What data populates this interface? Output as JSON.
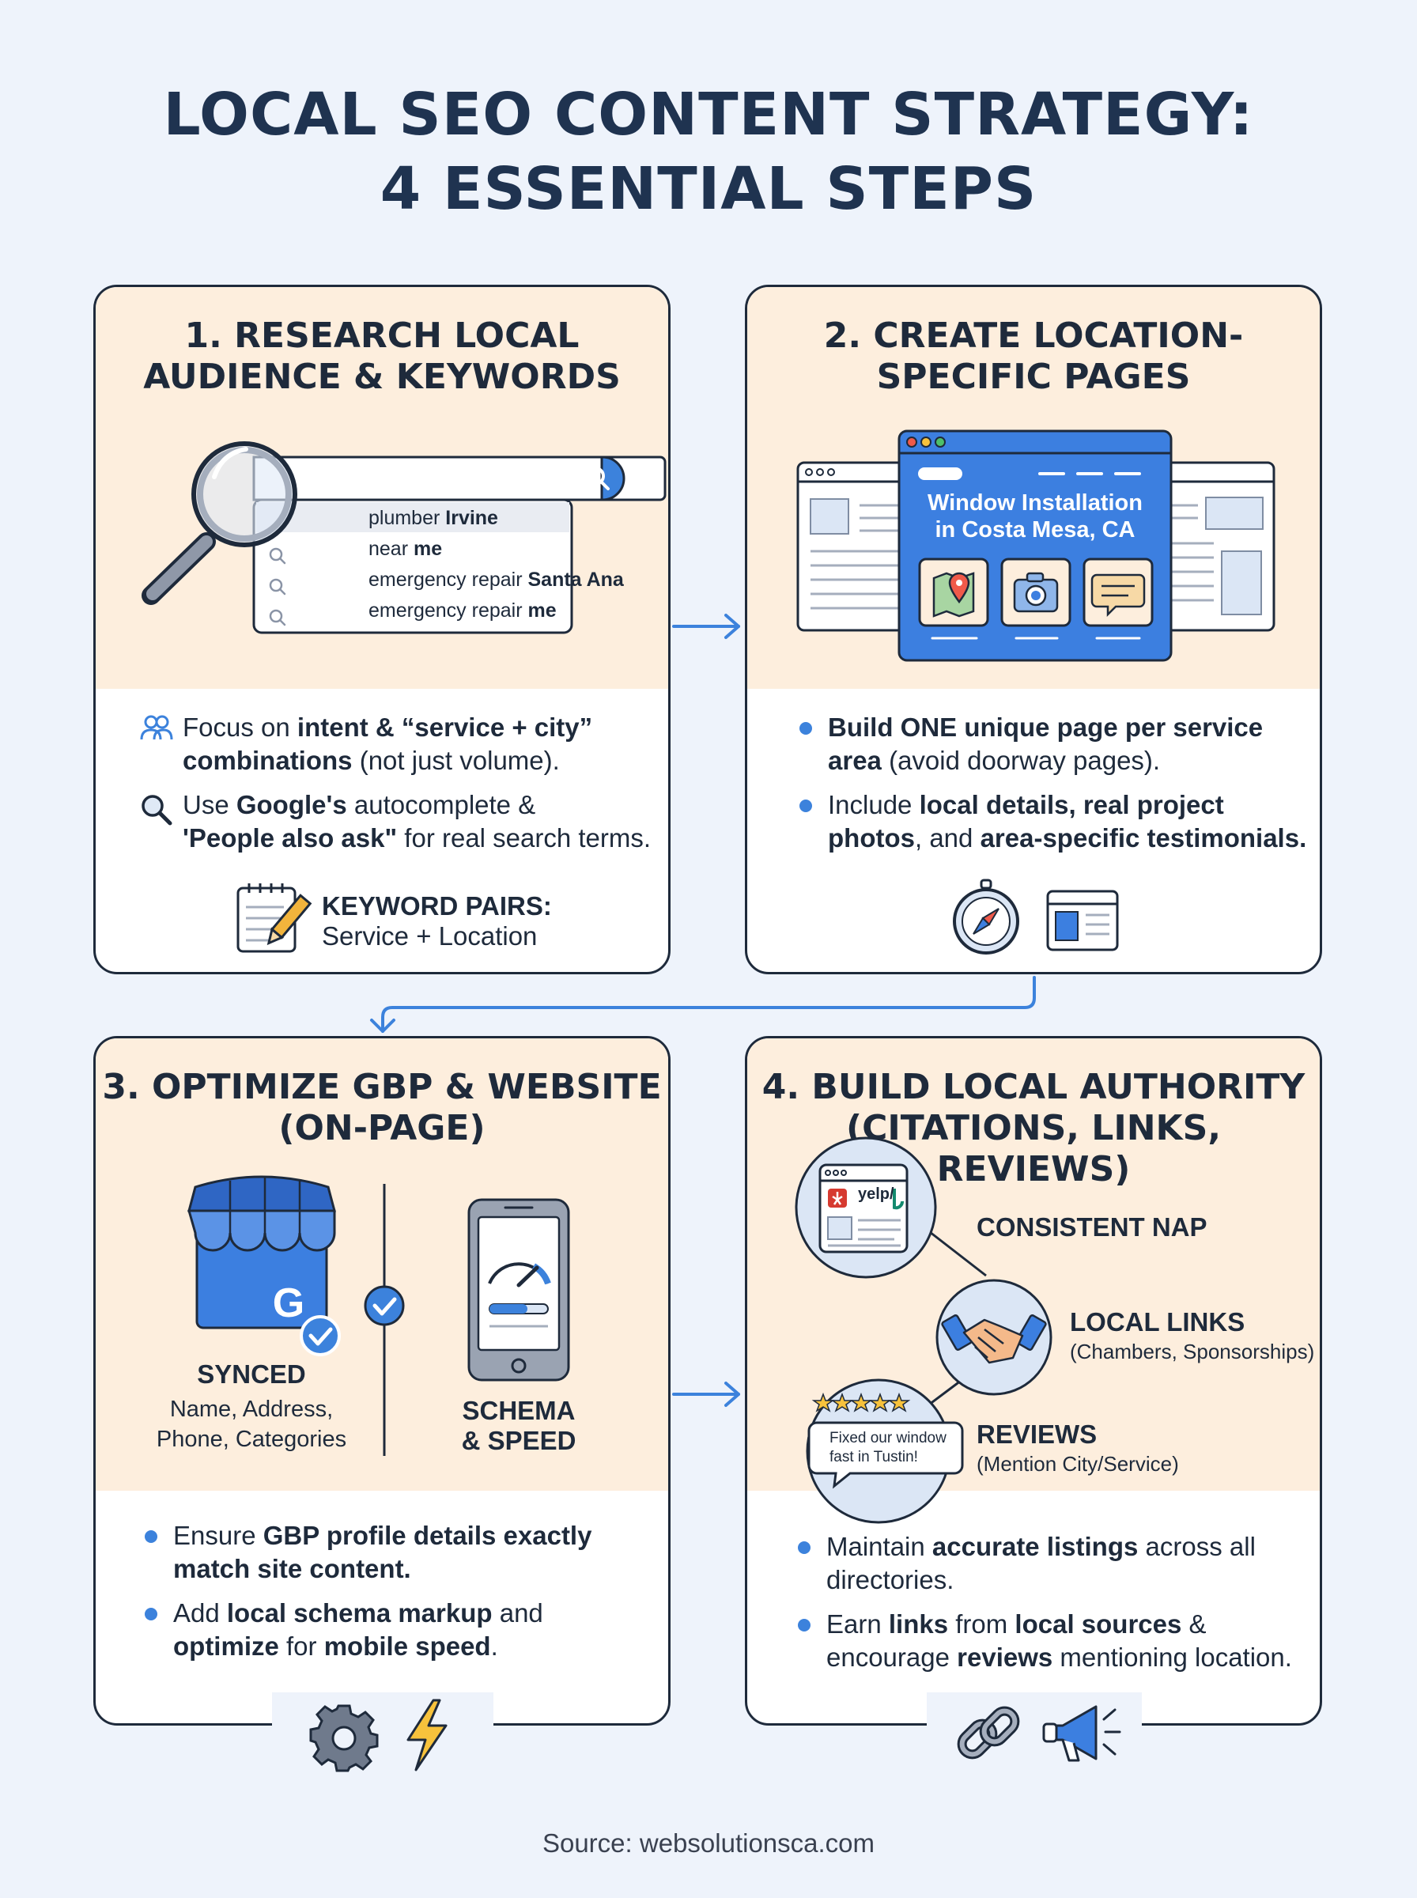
{
  "title_line1": "LOCAL SEO CONTENT STRATEGY:",
  "title_line2": "4 ESSENTIAL STEPS",
  "step1": {
    "title_line1": "1. RESEARCH LOCAL",
    "title_line2": "AUDIENCE & KEYWORDS",
    "suggestions": [
      {
        "pre": "plumber ",
        "bold": "Irvine"
      },
      {
        "pre": "near ",
        "bold": "me"
      },
      {
        "pre": "emergency repair ",
        "bold": "Santa Ana"
      },
      {
        "pre": "emergency repair ",
        "bold": "me"
      }
    ],
    "bullet1": {
      "a": "Focus on ",
      "b": "intent & “service + city”",
      "c": "",
      "d": "combinations",
      "e": " (not just volume)."
    },
    "bullet2": {
      "a": "Use ",
      "b": "Google's",
      "c": " autocomplete &",
      "d": "'People also ask\"",
      "e": " for real search terms."
    },
    "pairs_label": "KEYWORD PAIRS:",
    "pairs_sub": "Service + Location"
  },
  "step2": {
    "title_line1": "2. CREATE LOCATION-",
    "title_line2": "SPECIFIC PAGES",
    "page_title_line1": "Window Installation",
    "page_title_line2": "in Costa Mesa, CA",
    "bullet1": {
      "a": "Build ONE unique page per service",
      "b": "area",
      "c": " (avoid doorway pages)."
    },
    "bullet2": {
      "a": "Include ",
      "b": "local details, real project",
      "c": "photos",
      "d": ", and ",
      "e": "area-specific testimonials."
    }
  },
  "step3": {
    "title_line1": "3. OPTIMIZE GBP & WEBSITE",
    "title_line2": "(ON-PAGE)",
    "synced_label": "SYNCED",
    "synced_sub1": "Name, Address,",
    "synced_sub2": "Phone, Categories",
    "schema_line1": "SCHEMA",
    "schema_line2": "& SPEED",
    "bullet1": {
      "a": "Ensure ",
      "b": "GBP profile details exactly",
      "c": "match site content."
    },
    "bullet2": {
      "a": "Add ",
      "b": "local schema markup",
      "c": " and",
      "d": "optimize",
      "e": " for ",
      "f": "mobile speed",
      "g": "."
    }
  },
  "step4": {
    "title_line1": "4. BUILD LOCAL AUTHORITY",
    "title_line2": "(CITATIONS, LINKS, REVIEWS)",
    "nap_label": "CONSISTENT NAP",
    "yelp_text": "yelp/",
    "links_label": "LOCAL LINKS",
    "links_sub": "(Chambers, Sponsorships)",
    "reviews_label": "REVIEWS",
    "reviews_sub": "(Mention City/Service)",
    "review_bubble_line1": "Fixed our window",
    "review_bubble_line2": "fast in Tustin!",
    "bullet1": {
      "a": "Maintain ",
      "b": "accurate listings",
      "c": " across all",
      "d": "directories."
    },
    "bullet2": {
      "a": "Earn ",
      "b": "links",
      "c": " from ",
      "d": "local sources",
      "e": " &",
      "f": "encourage ",
      "g": "reviews",
      "h": " mentioning location."
    }
  },
  "source": "Source: websolutionsca.com",
  "colors": {
    "accent": "#3c82dc",
    "band": "#fdeedd",
    "ink": "#1e2a3b",
    "background": "#eef3fb"
  }
}
